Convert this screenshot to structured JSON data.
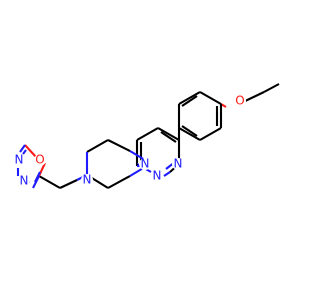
{
  "diagram": {
    "atoms": {
      "ether_o": {
        "label": "O",
        "color": "#ff1a1a"
      },
      "pyridazine_n1": {
        "label": "N",
        "color": "#1f1cff"
      },
      "pyridazine_n2": {
        "label": "N",
        "color": "#1f1cff"
      },
      "piperazine_n1": {
        "label": "N",
        "color": "#1f1cff"
      },
      "piperazine_n2": {
        "label": "N",
        "color": "#1f1cff"
      },
      "oxadiazole_o": {
        "label": "O",
        "color": "#ff1a1a"
      },
      "oxadiazole_n1": {
        "label": "N",
        "color": "#1f1cff"
      },
      "oxadiazole_n2": {
        "label": "N",
        "color": "#1f1cff"
      }
    }
  }
}
